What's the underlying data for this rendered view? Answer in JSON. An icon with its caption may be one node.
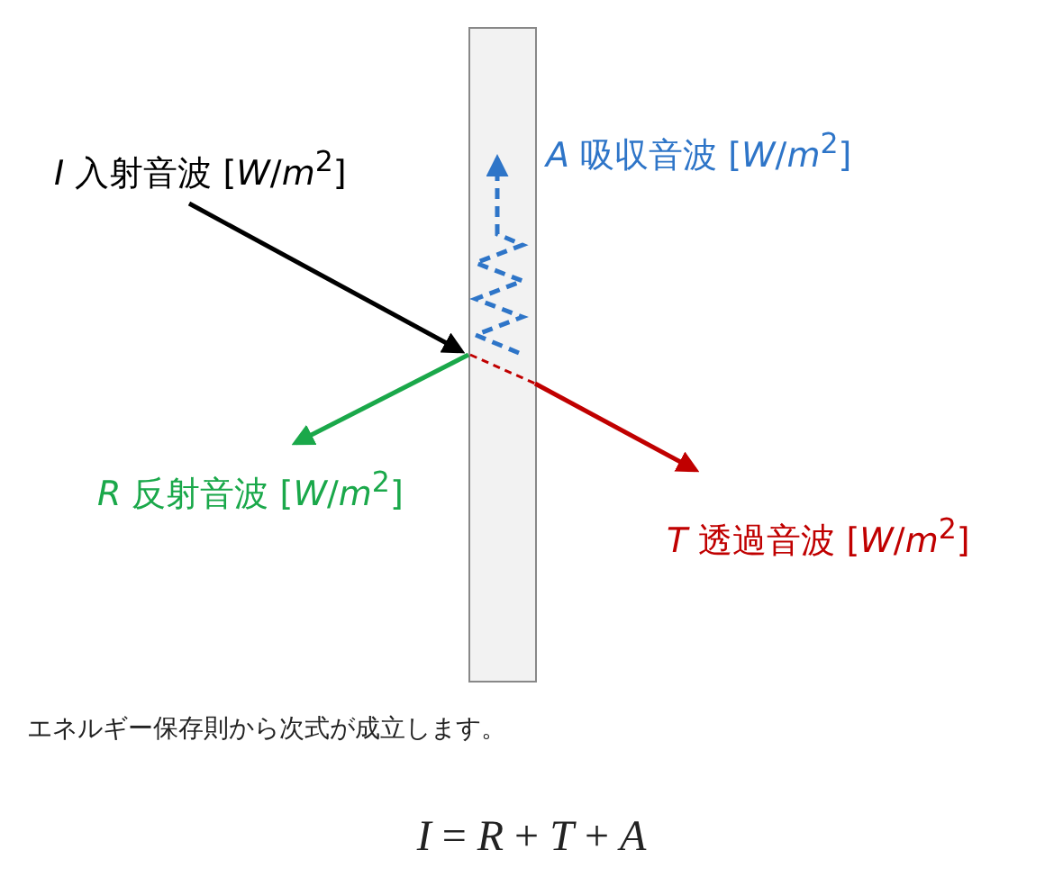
{
  "diagram": {
    "nodes": [
      {
        "text": [],
        "shape": "box"
      },
      {
        "text": [
          "*I* 入射音波 [*W*/*m*$^{2}$]"
        ]
      },
      {
        "text": [
          "*A* 吸収音波 [*W*/*m*$^{2}$]"
        ]
      },
      {
        "text": [
          "*R* 反射音波 [*W*/*m*$^{2}$]"
        ]
      },
      {
        "text": [
          "*T* 透過音波 [*W*/*m*$^{2}$]"
        ]
      }
    ],
    "edges": [
      {
        "from": 1,
        "to": 0,
        "arrow": "to",
        "color": "#000000"
      },
      {
        "from": 0,
        "to": 3,
        "arrow": "to",
        "color": "#1aa84a"
      },
      {
        "from": 0,
        "to": 4,
        "arrow": "to",
        "color": "#c00000"
      },
      {
        "from": 0,
        "to": 2,
        "arrow": "to",
        "style": "dashed",
        "color": "#2e75c8"
      }
    ],
    "labels": [
      "エネルギー保存則から次式が成立します。",
      "*I* = *R* + *T* + *A*"
    ]
  }
}
